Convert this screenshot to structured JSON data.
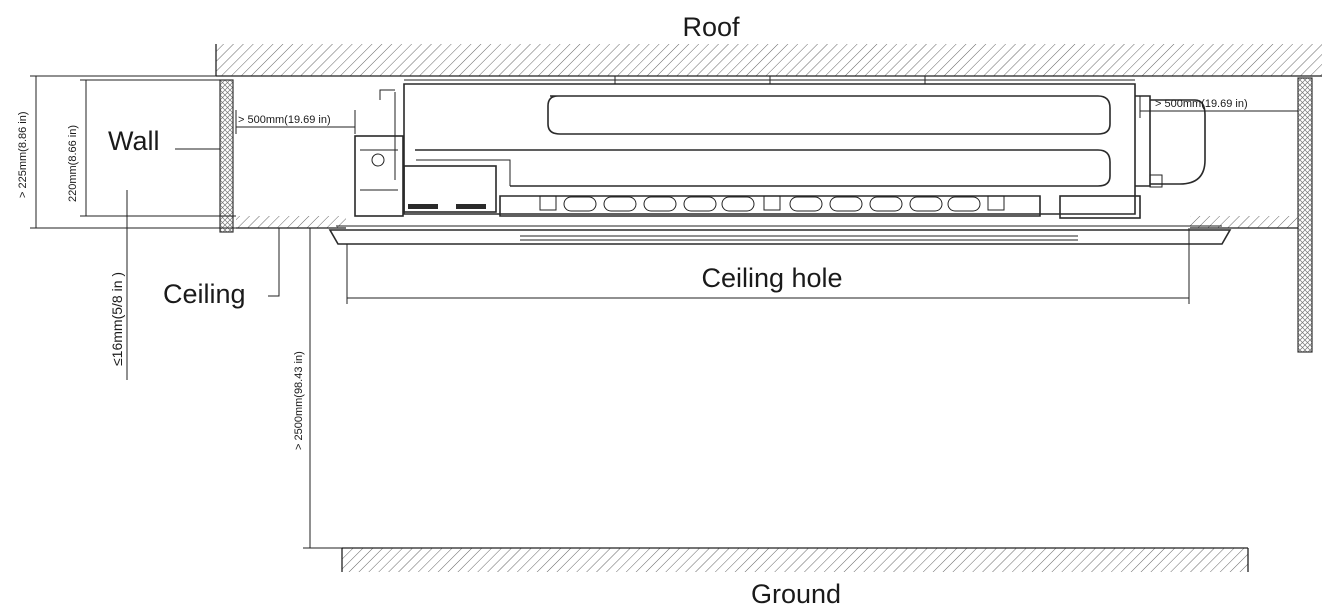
{
  "labels": {
    "roof": "Roof",
    "wall": "Wall",
    "ceiling": "Ceiling",
    "ceiling_hole": "Ceiling hole",
    "ground": "Ground"
  },
  "dimensions": {
    "left_wall_clearance": "> 500mm(19.69 in)",
    "right_wall_clearance": "> 500mm(19.69 in)",
    "roof_to_ceiling": "> 225mm(8.86 in)",
    "unit_height": "220mm(8.66 in)",
    "ceiling_thickness": "≤16mm(5/8 in )",
    "ceiling_to_ground": "> 2500mm(98.43 in)"
  },
  "colors": {
    "line": "#222222",
    "hatch": "#555555",
    "background": "#ffffff"
  }
}
